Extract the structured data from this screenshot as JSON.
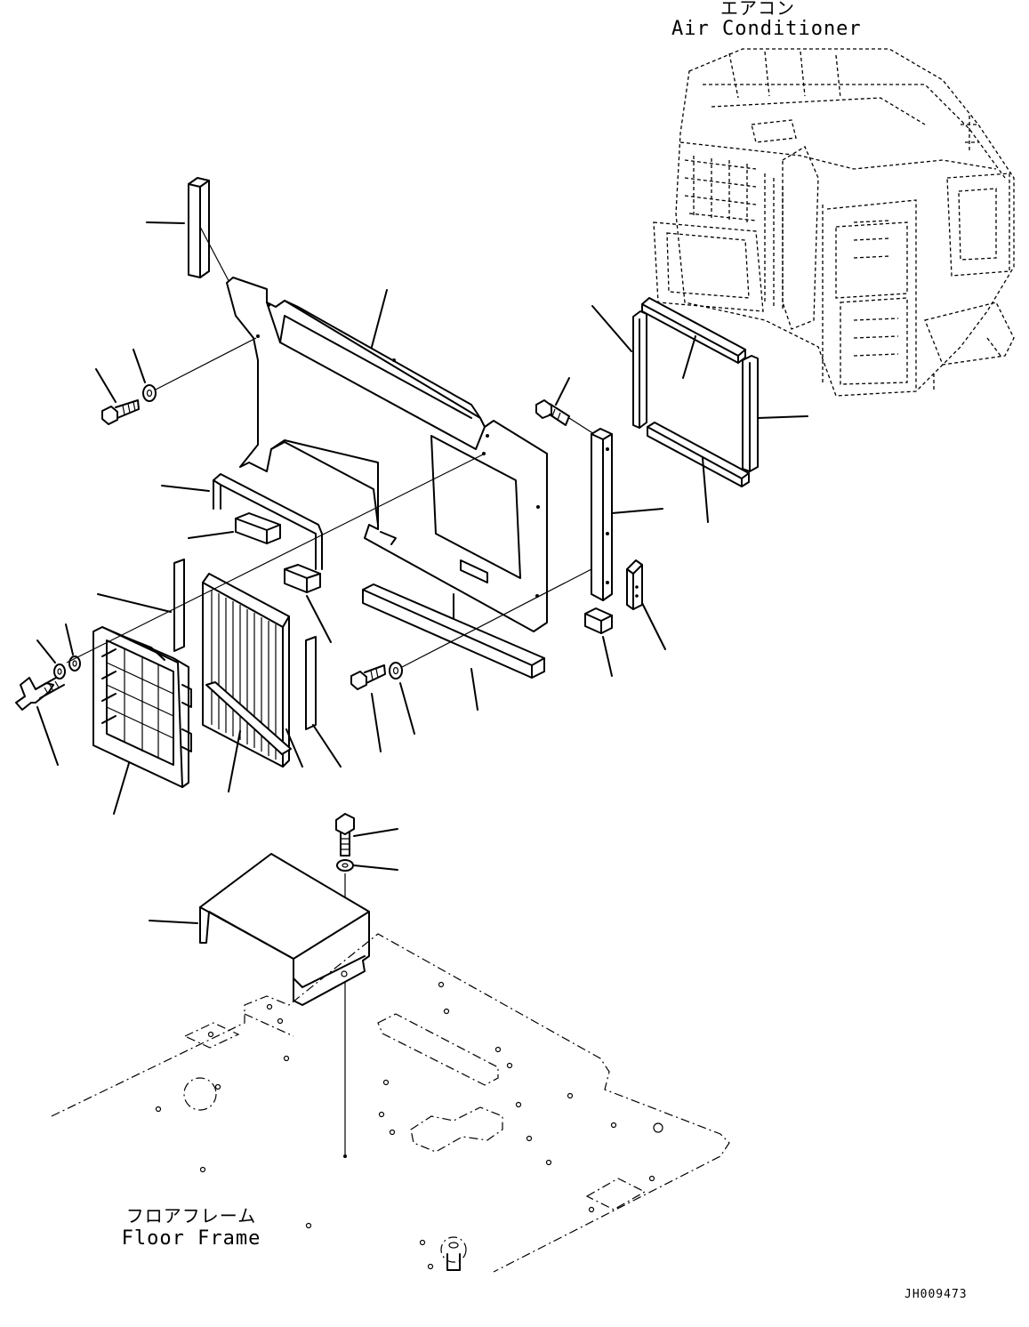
{
  "labels": {
    "air_conditioner_jp": "エアコン",
    "air_conditioner_en": "Air Conditioner",
    "floor_frame_jp": "フロアフレーム",
    "floor_frame_en": "Floor Frame",
    "drawing_code": "JH009473"
  }
}
